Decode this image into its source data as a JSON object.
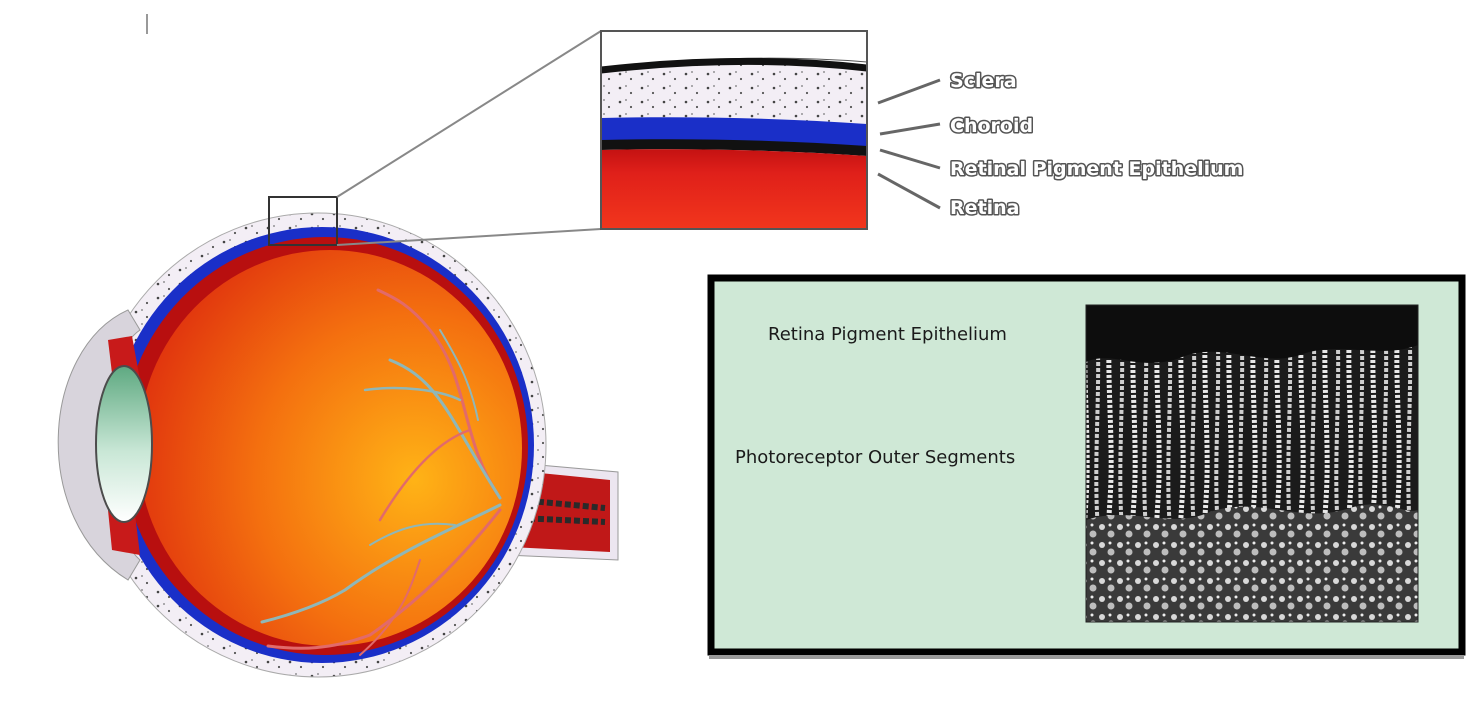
{
  "labels": {
    "sclera": "Sclera",
    "choroid": "Choroid",
    "rpe": "Retinal Pigment Epithelium",
    "retina": "Retina"
  },
  "micrograph_panel": {
    "top_label": "Retina Pigment Epithelium",
    "bottom_label": "Photoreceptor Outer Segments"
  },
  "colors": {
    "sclera": "#ece6f0",
    "choroid": "#1a2fc8",
    "retina_dark": "#b80f0f",
    "retina": "#e8231a",
    "eye_interior": "#f06a12",
    "lens": "#8fd0b0",
    "cornea": "#d8d4dc",
    "panel_background": "#cfe8d6",
    "vessel_artery": "#e26a6a",
    "vessel_vein": "#8fb7b8"
  }
}
